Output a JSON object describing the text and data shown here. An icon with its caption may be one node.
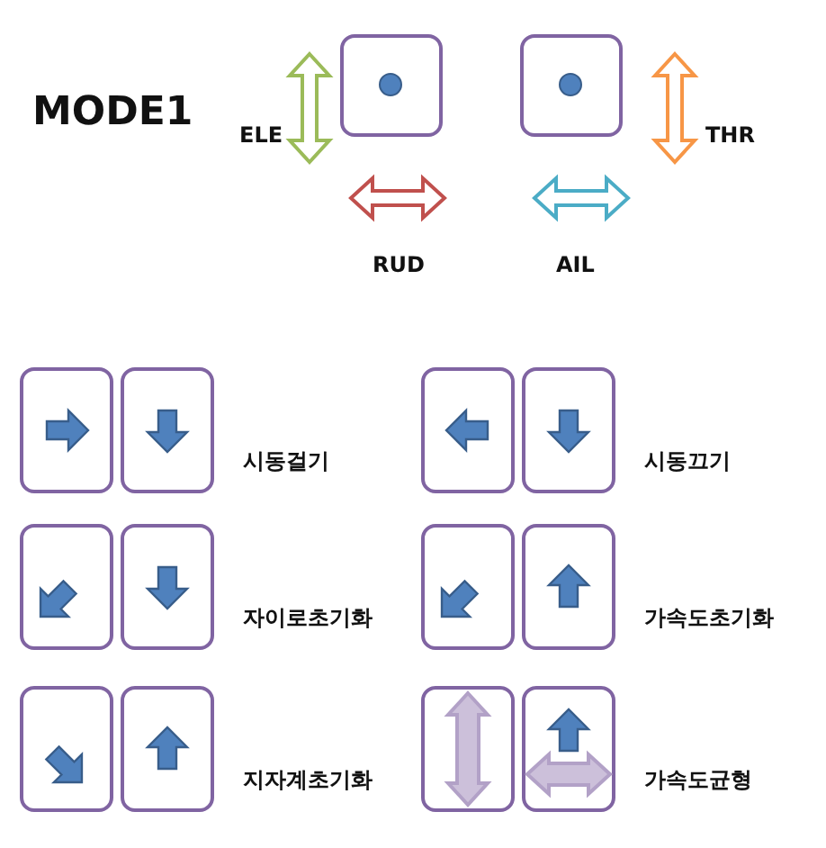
{
  "diagram": {
    "title": "MODE1",
    "labels": [
      "ELE",
      "RUD",
      "AIL",
      "THR",
      "시동걸기",
      "시동끄기",
      "자이로초기화",
      "가속도초기화",
      "지자계초기화",
      "가속도균형"
    ]
  }
}
